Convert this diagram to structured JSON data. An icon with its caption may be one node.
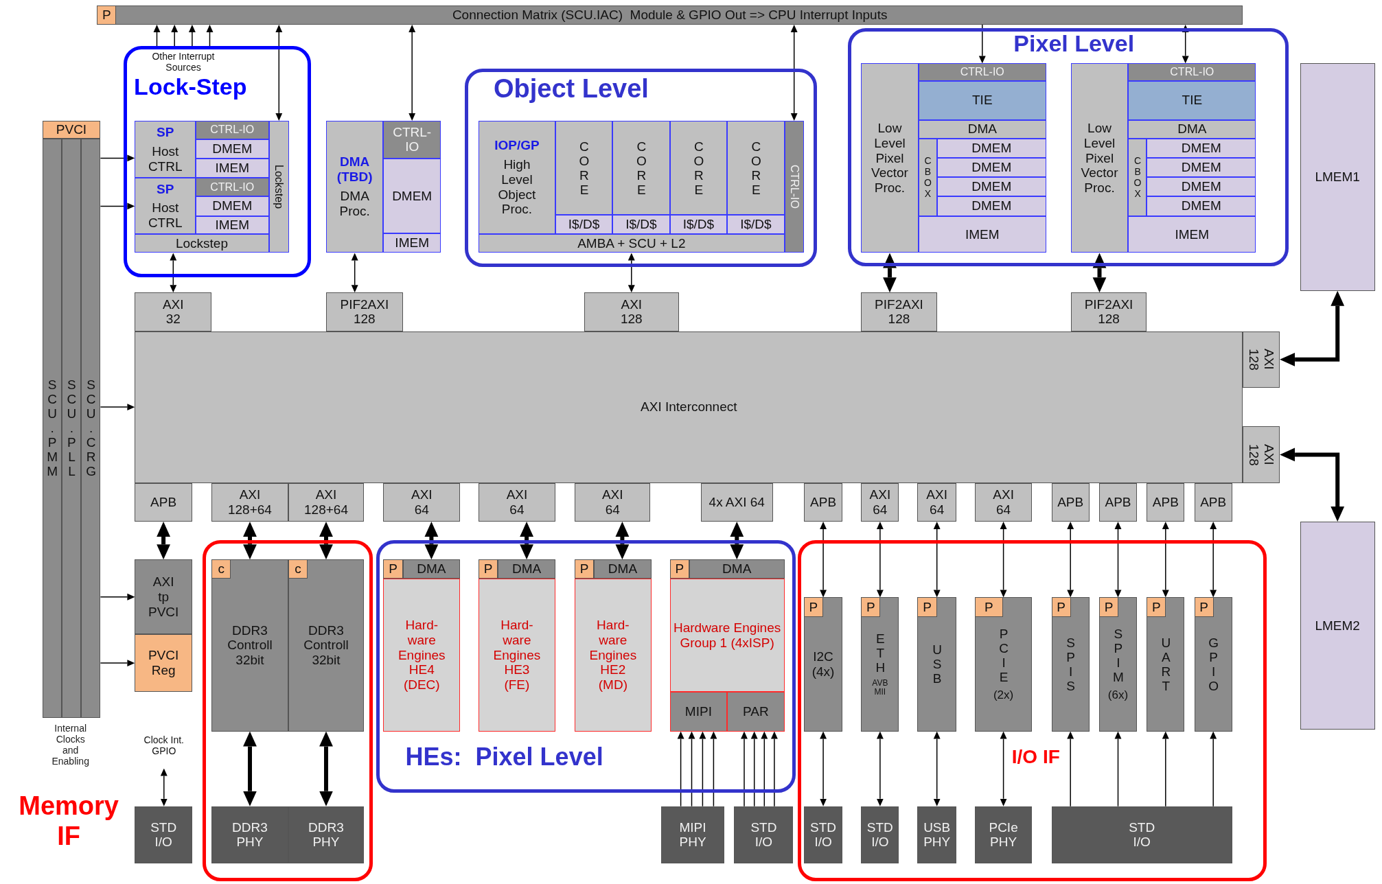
{
  "diagram": {
    "nodes": [
      {
        "text": [
          "Connection Matrix (SCU.IAC)  Module & GPIO Out => CPU Interrupt Inputs"
        ]
      },
      {
        "text": [
          "P"
        ],
        "in": 0
      },
      {
        "text": [
          "PVCI"
        ]
      },
      {
        "text": [
          "SCU.PMM"
        ]
      },
      {
        "text": [
          "SCU.PLL"
        ]
      },
      {
        "text": [
          "SCU.CRG"
        ]
      },
      {
        "text": [
          "Lock-Step"
        ]
      },
      {
        "text": [
          "Other Interrupt Sources"
        ],
        "in": 6
      },
      {
        "text": [
          "SP",
          "Host CTRL"
        ],
        "in": 6
      },
      {
        "text": [
          "CTRL-IO"
        ],
        "in": 6
      },
      {
        "text": [
          "DMEM"
        ],
        "in": 6
      },
      {
        "text": [
          "IMEM"
        ],
        "in": 6
      },
      {
        "text": [
          "SP",
          "Host CTRL"
        ],
        "in": 6
      },
      {
        "text": [
          "CTRL-IO"
        ],
        "in": 6
      },
      {
        "text": [
          "DMEM"
        ],
        "in": 6
      },
      {
        "text": [
          "IMEM"
        ],
        "in": 6
      },
      {
        "text": [
          "Lockstep"
        ],
        "in": 6
      },
      {
        "text": [
          "Lockstep"
        ],
        "in": 6
      },
      {
        "text": [
          "DMA (TBD)",
          "DMA Proc."
        ]
      },
      {
        "text": [
          "CTRL-IO"
        ]
      },
      {
        "text": [
          "DMEM"
        ]
      },
      {
        "text": [
          "IMEM"
        ]
      },
      {
        "text": [
          "Object Level"
        ]
      },
      {
        "text": [
          "IOP/GP",
          "High Level Object Proc."
        ],
        "in": 22
      },
      {
        "text": [
          "CORE"
        ],
        "in": 22
      },
      {
        "text": [
          "CORE"
        ],
        "in": 22
      },
      {
        "text": [
          "CORE"
        ],
        "in": 22
      },
      {
        "text": [
          "CORE"
        ],
        "in": 22
      },
      {
        "text": [
          "I$/D$"
        ],
        "in": 22
      },
      {
        "text": [
          "I$/D$"
        ],
        "in": 22
      },
      {
        "text": [
          "I$/D$"
        ],
        "in": 22
      },
      {
        "text": [
          "I$/D$"
        ],
        "in": 22
      },
      {
        "text": [
          "AMBA + SCU + L2"
        ],
        "in": 22
      },
      {
        "text": [
          "CTRL-IO"
        ],
        "in": 22
      },
      {
        "text": [
          "Pixel Level"
        ]
      },
      {
        "text": [
          "Low Level Pixel Vector Proc."
        ],
        "in": 34
      },
      {
        "text": [
          "CTRL-IO"
        ],
        "in": 34
      },
      {
        "text": [
          "TIE"
        ],
        "in": 34
      },
      {
        "text": [
          "DMA"
        ],
        "in": 34
      },
      {
        "text": [
          "CBOX"
        ],
        "in": 34
      },
      {
        "text": [
          "DMEM"
        ],
        "in": 34
      },
      {
        "text": [
          "DMEM"
        ],
        "in": 34
      },
      {
        "text": [
          "DMEM"
        ],
        "in": 34
      },
      {
        "text": [
          "DMEM"
        ],
        "in": 34
      },
      {
        "text": [
          "IMEM"
        ],
        "in": 34
      },
      {
        "text": [
          "Low Level Pixel Vector Proc."
        ],
        "in": 34
      },
      {
        "text": [
          "CTRL-IO"
        ],
        "in": 34
      },
      {
        "text": [
          "TIE"
        ],
        "in": 34
      },
      {
        "text": [
          "DMA"
        ],
        "in": 34
      },
      {
        "text": [
          "CBOX"
        ],
        "in": 34
      },
      {
        "text": [
          "DMEM"
        ],
        "in": 34
      },
      {
        "text": [
          "DMEM"
        ],
        "in": 34
      },
      {
        "text": [
          "DMEM"
        ],
        "in": 34
      },
      {
        "text": [
          "DMEM"
        ],
        "in": 34
      },
      {
        "text": [
          "IMEM"
        ],
        "in": 34
      },
      {
        "text": [
          "LMEM1"
        ]
      },
      {
        "text": [
          "AXI 32"
        ]
      },
      {
        "text": [
          "PIF2AXI 128"
        ]
      },
      {
        "text": [
          "AXI 128"
        ]
      },
      {
        "text": [
          "PIF2AXI 128"
        ]
      },
      {
        "text": [
          "PIF2AXI 128"
        ]
      },
      {
        "text": [
          "AXI Interconnect"
        ]
      },
      {
        "text": [
          "AXI 128"
        ]
      },
      {
        "text": [
          "AXI 128"
        ]
      },
      {
        "text": [
          "APB"
        ]
      },
      {
        "text": [
          "AXI 128+64"
        ]
      },
      {
        "text": [
          "AXI 128+64"
        ]
      },
      {
        "text": [
          "AXI 64"
        ]
      },
      {
        "text": [
          "AXI 64"
        ]
      },
      {
        "text": [
          "AXI 64"
        ]
      },
      {
        "text": [
          "4x AXI 64"
        ]
      },
      {
        "text": [
          "APB"
        ]
      },
      {
        "text": [
          "AXI 64"
        ]
      },
      {
        "text": [
          "AXI 64"
        ]
      },
      {
        "text": [
          "AXI 64"
        ]
      },
      {
        "text": [
          "APB"
        ]
      },
      {
        "text": [
          "APB"
        ]
      },
      {
        "text": [
          "APB"
        ]
      },
      {
        "text": [
          "APB"
        ]
      },
      {
        "text": [
          "LMEM2"
        ]
      },
      {
        "text": [
          "AXI tp PVCI"
        ]
      },
      {
        "text": [
          "PVCI Reg"
        ]
      },
      {
        "text": [],
        "shape": "box"
      },
      {
        "text": [
          "DDR3 Controll 32bit"
        ],
        "in": 82
      },
      {
        "text": [
          "c"
        ],
        "in": 83
      },
      {
        "text": [
          "DDR3 Controll 32bit"
        ],
        "in": 82
      },
      {
        "text": [
          "c"
        ],
        "in": 85
      },
      {
        "text": [
          "DDR3 PHY"
        ],
        "in": 82
      },
      {
        "text": [
          "DDR3 PHY"
        ],
        "in": 82
      },
      {
        "text": [
          "Clock Int. GPIO"
        ]
      },
      {
        "text": [
          "STD I/O"
        ]
      },
      {
        "text": [
          "HEs:  Pixel Level"
        ]
      },
      {
        "text": [
          "P"
        ],
        "in": 91
      },
      {
        "text": [
          "DMA"
        ],
        "in": 91
      },
      {
        "text": [
          "Hard- ware Engines HE4 (DEC)"
        ],
        "in": 91
      },
      {
        "text": [
          "P"
        ],
        "in": 91
      },
      {
        "text": [
          "DMA"
        ],
        "in": 91
      },
      {
        "text": [
          "Hard- ware Engines HE3 (FE)"
        ],
        "in": 91
      },
      {
        "text": [
          "P"
        ],
        "in": 91
      },
      {
        "text": [
          "DMA"
        ],
        "in": 91
      },
      {
        "text": [
          "Hard- ware Engines HE2 (MD)"
        ],
        "in": 91
      },
      {
        "text": [
          "P"
        ],
        "in": 91
      },
      {
        "text": [
          "DMA"
        ],
        "in": 91
      },
      {
        "text": [
          "Hardware Engines Group 1 (4xISP)"
        ],
        "in": 91
      },
      {
        "text": [
          "MIPI"
        ],
        "in": 91
      },
      {
        "text": [
          "PAR"
        ],
        "in": 91
      },
      {
        "text": [
          "MIPI PHY"
        ]
      },
      {
        "text": [
          "STD I/O"
        ]
      },
      {
        "text": [
          "I/O IF"
        ]
      },
      {
        "text": [
          "I2C (4x)"
        ],
        "in": 108
      },
      {
        "text": [
          "P"
        ],
        "in": 109
      },
      {
        "text": [
          "ETH",
          "AVB MII"
        ],
        "in": 108
      },
      {
        "text": [
          "P"
        ],
        "in": 111
      },
      {
        "text": [
          "USB"
        ],
        "in": 108
      },
      {
        "text": [
          "P"
        ],
        "in": 113
      },
      {
        "text": [
          "PCIE",
          "(2x)"
        ],
        "in": 108
      },
      {
        "text": [
          "P"
        ],
        "in": 115
      },
      {
        "text": [
          "SPIS"
        ],
        "in": 108
      },
      {
        "text": [
          "P"
        ],
        "in": 117
      },
      {
        "text": [
          "SPIM",
          "(6x)"
        ],
        "in": 108
      },
      {
        "text": [
          "P"
        ],
        "in": 119
      },
      {
        "text": [
          "UART"
        ],
        "in": 108
      },
      {
        "text": [
          "P"
        ],
        "in": 121
      },
      {
        "text": [
          "GPIO"
        ],
        "in": 108
      },
      {
        "text": [
          "P"
        ],
        "in": 123
      },
      {
        "text": [
          "STD I/O"
        ],
        "in": 108
      },
      {
        "text": [
          "STD I/O"
        ],
        "in": 108
      },
      {
        "text": [
          "USB PHY"
        ],
        "in": 108
      },
      {
        "text": [
          "PCIe PHY"
        ],
        "in": 108
      },
      {
        "text": [
          "STD I/O"
        ],
        "in": 108
      }
    ],
    "edges": [
      {
        "from": 7,
        "to": 0,
        "arrow": "to"
      },
      {
        "from": 7,
        "to": 0,
        "arrow": "to"
      },
      {
        "from": 7,
        "to": 0,
        "arrow": "to"
      },
      {
        "from": 7,
        "to": 0,
        "arrow": "to"
      },
      {
        "from": 0,
        "to": 17,
        "arrow": "both"
      },
      {
        "from": 0,
        "to": 19,
        "arrow": "both"
      },
      {
        "from": 0,
        "to": 33,
        "arrow": "both"
      },
      {
        "from": 0,
        "to": 36,
        "arrow": "to"
      },
      {
        "from": 0,
        "to": 46,
        "arrow": "both"
      },
      {
        "from": 5,
        "to": 8,
        "arrow": "to"
      },
      {
        "from": 5,
        "to": 12,
        "arrow": "to"
      },
      {
        "from": 5,
        "to": 61,
        "arrow": "to"
      },
      {
        "from": 5,
        "to": 80,
        "arrow": "to"
      },
      {
        "from": 5,
        "to": 81,
        "arrow": "to"
      },
      {
        "from": 16,
        "to": 56,
        "arrow": "both"
      },
      {
        "from": 18,
        "to": 57,
        "arrow": "both"
      },
      {
        "from": 32,
        "to": 58,
        "arrow": "both"
      },
      {
        "from": 35,
        "to": 59,
        "arrow": "both",
        "style": "thick"
      },
      {
        "from": 45,
        "to": 60,
        "arrow": "both",
        "style": "thick"
      },
      {
        "from": 62,
        "to": 55,
        "arrow": "both",
        "style": "thick"
      },
      {
        "from": 63,
        "to": 79,
        "arrow": "both",
        "style": "thick"
      },
      {
        "from": 64,
        "to": 80,
        "arrow": "both",
        "style": "thick"
      },
      {
        "from": 65,
        "to": 83,
        "arrow": "both",
        "style": "thick"
      },
      {
        "from": 66,
        "to": 85,
        "arrow": "both",
        "style": "thick"
      },
      {
        "from": 83,
        "to": 87,
        "arrow": "both",
        "style": "thick"
      },
      {
        "from": 85,
        "to": 88,
        "arrow": "both",
        "style": "thick"
      },
      {
        "from": 89,
        "to": 90,
        "arrow": "both"
      },
      {
        "from": 67,
        "to": 93,
        "arrow": "both",
        "style": "thick"
      },
      {
        "from": 68,
        "to": 96,
        "arrow": "both",
        "style": "thick"
      },
      {
        "from": 69,
        "to": 99,
        "arrow": "both",
        "style": "thick"
      },
      {
        "from": 70,
        "to": 102,
        "arrow": "both",
        "style": "thick"
      },
      {
        "from": 106,
        "to": 104,
        "arrow": "to"
      },
      {
        "from": 106,
        "to": 104,
        "arrow": "to"
      },
      {
        "from": 106,
        "to": 104,
        "arrow": "to"
      },
      {
        "from": 106,
        "to": 104,
        "arrow": "to"
      },
      {
        "from": 107,
        "to": 105,
        "arrow": "to"
      },
      {
        "from": 107,
        "to": 105,
        "arrow": "to"
      },
      {
        "from": 107,
        "to": 105,
        "arrow": "to"
      },
      {
        "from": 107,
        "to": 105,
        "arrow": "to"
      },
      {
        "from": 71,
        "to": 109,
        "arrow": "both"
      },
      {
        "from": 72,
        "to": 111,
        "arrow": "both"
      },
      {
        "from": 73,
        "to": 113,
        "arrow": "both"
      },
      {
        "from": 74,
        "to": 115,
        "arrow": "both"
      },
      {
        "from": 75,
        "to": 117,
        "arrow": "both"
      },
      {
        "from": 76,
        "to": 119,
        "arrow": "both"
      },
      {
        "from": 77,
        "to": 121,
        "arrow": "both"
      },
      {
        "from": 78,
        "to": 123,
        "arrow": "both"
      },
      {
        "from": 109,
        "to": 125,
        "arrow": "both"
      },
      {
        "from": 111,
        "to": 126,
        "arrow": "both"
      },
      {
        "from": 113,
        "to": 127,
        "arrow": "both"
      },
      {
        "from": 115,
        "to": 128,
        "arrow": "both"
      },
      {
        "from": 129,
        "to": 117,
        "arrow": "to"
      },
      {
        "from": 129,
        "to": 119,
        "arrow": "to"
      },
      {
        "from": 129,
        "to": 121,
        "arrow": "to"
      },
      {
        "from": 129,
        "to": 123,
        "arrow": "to"
      }
    ],
    "labels": [
      "Internal Clocks and Enabling",
      "Memory IF"
    ]
  }
}
